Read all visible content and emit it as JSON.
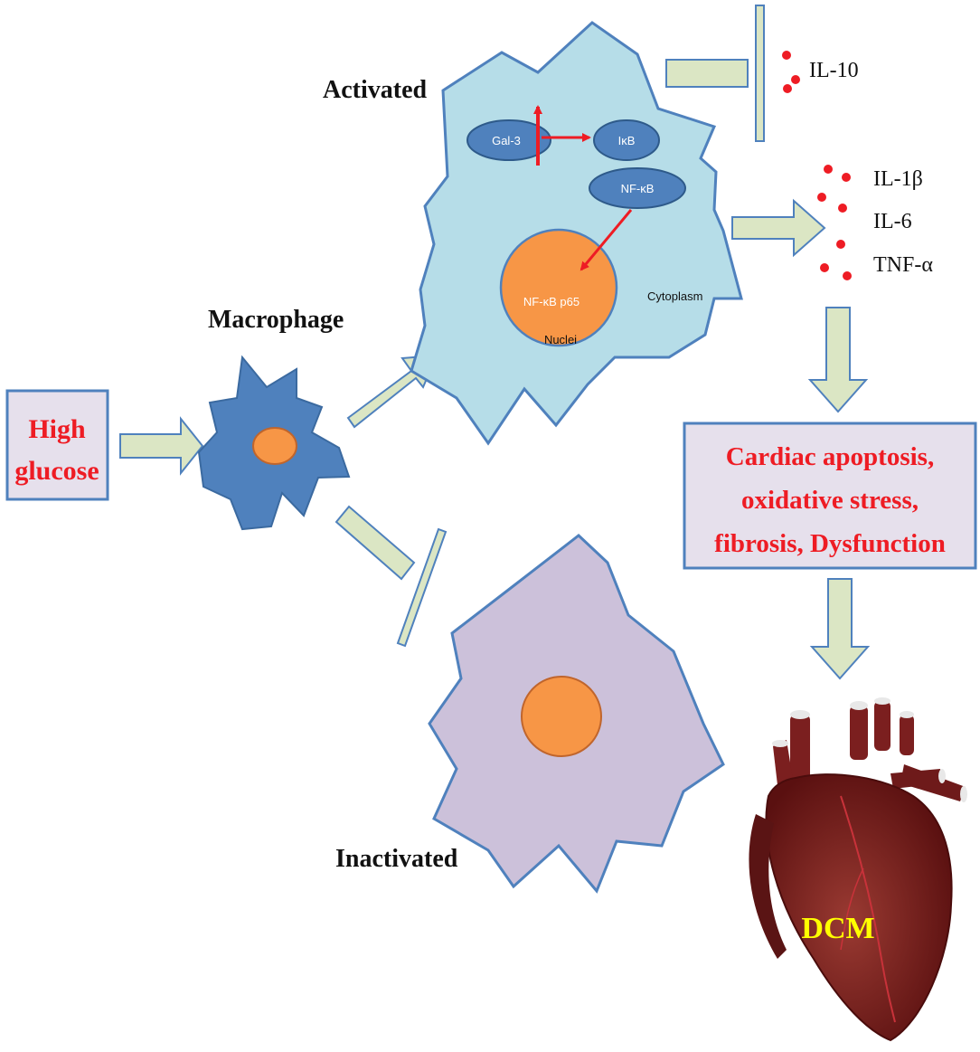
{
  "labels": {
    "high_glucose_line1": "High",
    "high_glucose_line2": "glucose",
    "macrophage": "Macrophage",
    "activated": "Activated",
    "inactivated": "Inactivated",
    "gal3": "Gal-3",
    "ikb": "IκB",
    "nfkb": "NF-κB",
    "nfkb_p65": "NF-κB  p65",
    "nuclei": "Nuclei",
    "cytoplasm": "Cytoplasm",
    "effects_line1": "Cardiac apoptosis,",
    "effects_line2": "oxidative stress,",
    "effects_line3": "fibrosis, Dysfunction",
    "dcm": "DCM"
  },
  "cytokines": {
    "inhibited": [
      "IL-10"
    ],
    "released": [
      "IL-1β",
      "IL-6",
      "TNF-α"
    ]
  },
  "colors": {
    "accent_red": "#ee1c24",
    "arrow_fill": "#dbe6c4",
    "arrow_stroke": "#4f81bd",
    "macrophage_blue": "#4f81bd",
    "activated_cell": "#b6dde8",
    "inactivated_cell": "#ccc1da",
    "nucleus": "#f79646",
    "box_fill": "#e6e0ec",
    "heart": "#7b1f1f",
    "dcm_text": "#ffff00"
  }
}
